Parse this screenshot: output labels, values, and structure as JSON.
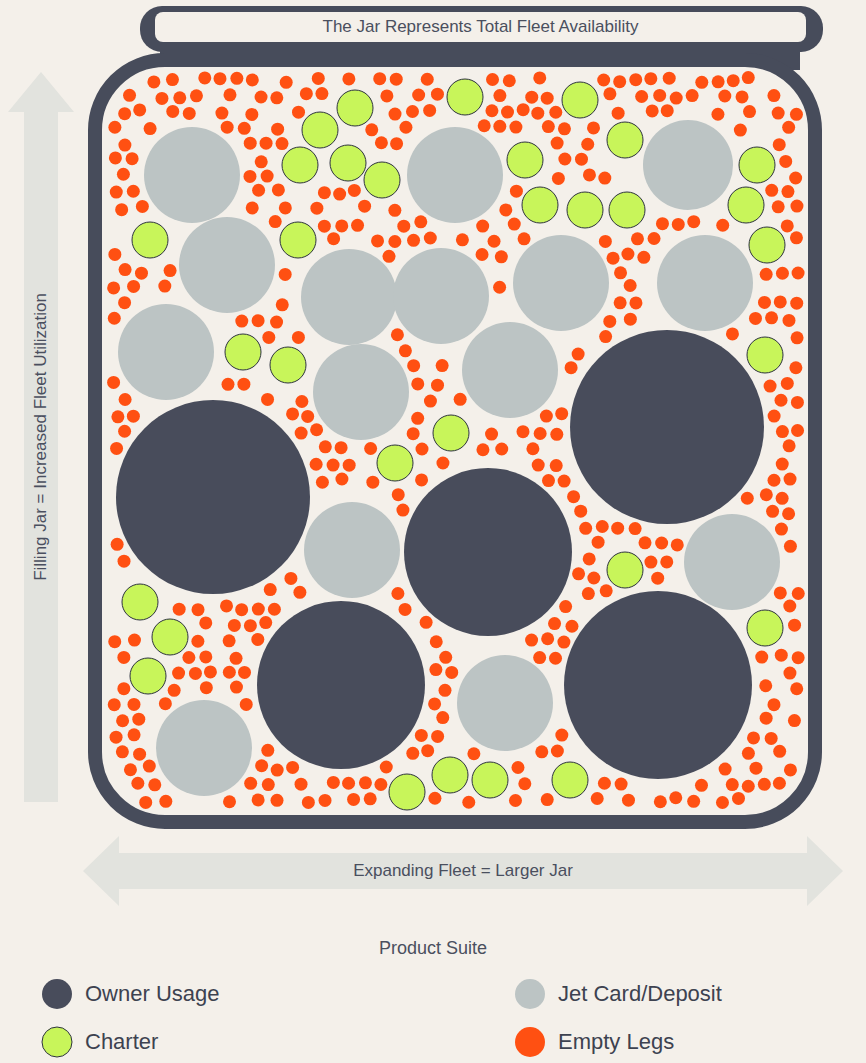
{
  "diagram": {
    "nodes": [
      {
        "text": [
          "The Jar Represents Total Fleet Availability"
        ]
      },
      {
        "text": [
          "Filling Jar = Increased Fleet Utilization"
        ]
      },
      {
        "text": [
          "Expanding Fleet = Larger Jar"
        ]
      }
    ],
    "labels": [
      "Product Suite"
    ],
    "legend": [
      {
        "text": "Owner Usage",
        "color": "#484c5b"
      },
      {
        "text": "Jet Card/Deposit",
        "color": "#bcc4c4"
      },
      {
        "text": "Charter",
        "color": "#c8f55a"
      },
      {
        "text": "Empty Legs",
        "color": "#ff5012"
      }
    ]
  }
}
